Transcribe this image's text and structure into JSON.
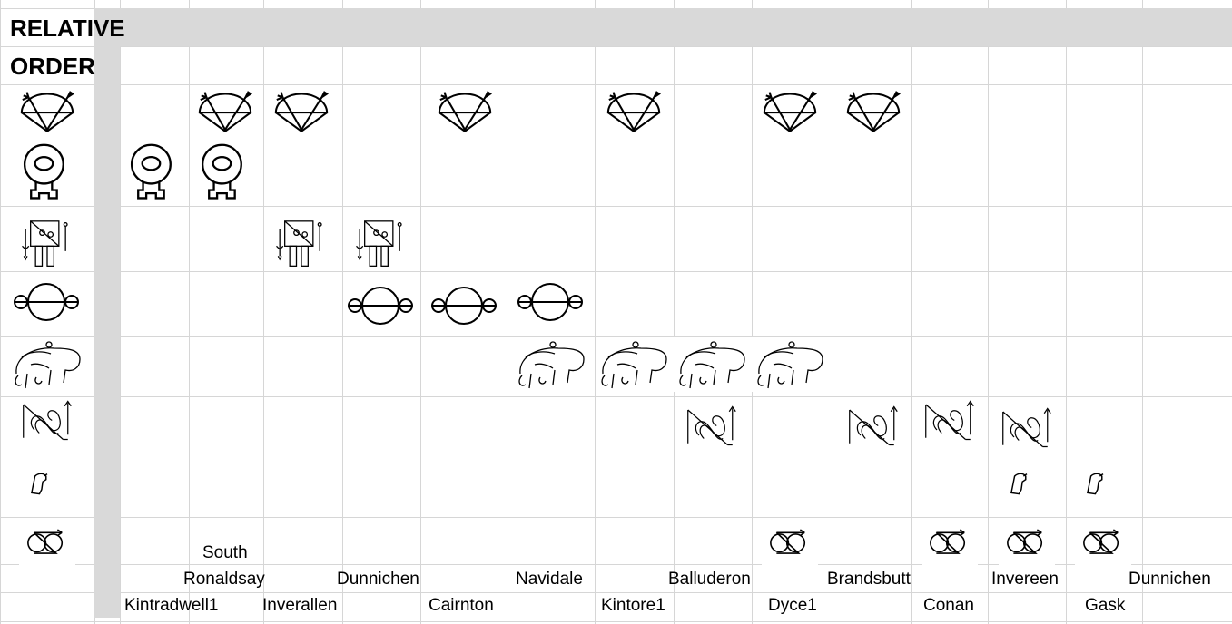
{
  "sheet": {
    "title_line1": "RELATIVE",
    "title_line2": "ORDER"
  },
  "symbols": [
    {
      "row": 0,
      "name": "crescent-and-v-rod",
      "col_positions": [
        0,
        2,
        3,
        5,
        7,
        9,
        10
      ]
    },
    {
      "row": 1,
      "name": "mirror-case",
      "col_positions": [
        0,
        1,
        2
      ]
    },
    {
      "row": 2,
      "name": "z-rod-rectangle",
      "col_positions": [
        0,
        3,
        4
      ]
    },
    {
      "row": 3,
      "name": "double-disc",
      "col_positions": [
        0,
        4,
        5,
        6
      ]
    },
    {
      "row": 4,
      "name": "pictish-beast",
      "col_positions": [
        0,
        6,
        7,
        8,
        9
      ]
    },
    {
      "row": 5,
      "name": "serpent-and-z-rod",
      "col_positions": [
        0,
        8,
        10,
        11,
        12
      ]
    },
    {
      "row": 6,
      "name": "animal-head",
      "col_positions": [
        0,
        12,
        13
      ]
    },
    {
      "row": 7,
      "name": "double-disc-and-z-rod",
      "col_positions": [
        0,
        9,
        11,
        12,
        13
      ]
    }
  ],
  "labels": {
    "top": [
      {
        "text": "South",
        "anchor": "ronaldsay-upper"
      },
      {
        "text": "Ronaldsay"
      },
      {
        "text": "Dunnichen"
      },
      {
        "text": "Navidale"
      },
      {
        "text": "Balluderon"
      },
      {
        "text": "Brandsbutt"
      },
      {
        "text": "Invereen"
      },
      {
        "text": "Dunnichen"
      }
    ],
    "bottom": [
      {
        "text": "Kintradwell1"
      },
      {
        "text": "Inverallen"
      },
      {
        "text": "Cairnton"
      },
      {
        "text": "Kintore1"
      },
      {
        "text": "Dyce1"
      },
      {
        "text": "Conan"
      },
      {
        "text": "Gask"
      }
    ]
  }
}
